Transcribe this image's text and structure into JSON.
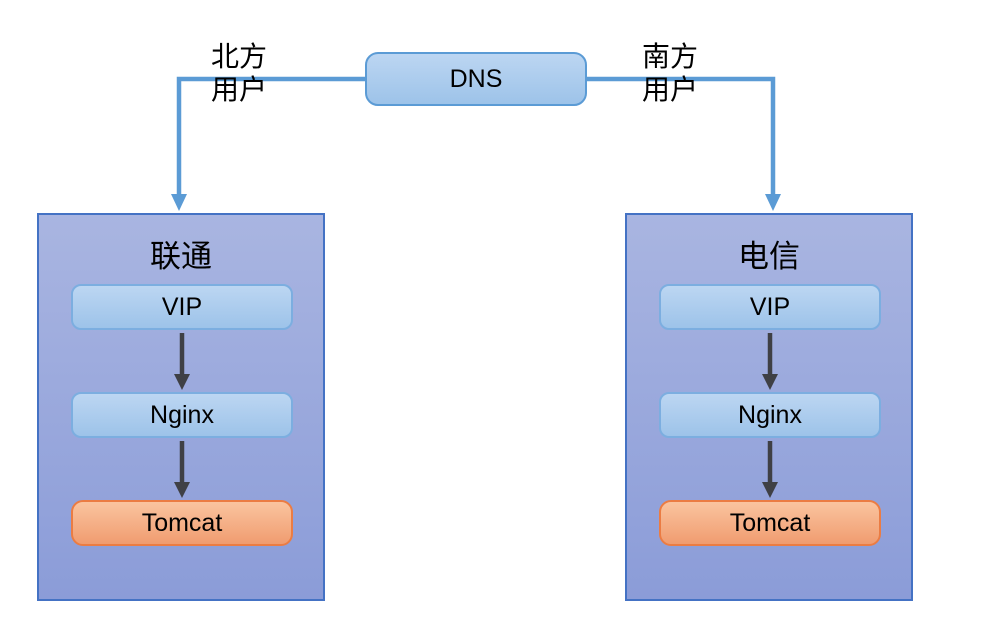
{
  "dns": {
    "label": "DNS"
  },
  "connectors": {
    "north": {
      "label_line1": "北方",
      "label_line2": "用户"
    },
    "south": {
      "label_line1": "南方",
      "label_line2": "用户"
    }
  },
  "groups": {
    "left": {
      "title": "联通",
      "nodes": [
        "VIP",
        "Nginx",
        "Tomcat"
      ]
    },
    "right": {
      "title": "电信",
      "nodes": [
        "VIP",
        "Nginx",
        "Tomcat"
      ]
    }
  },
  "colors": {
    "connector_blue": "#5B9BD5",
    "container_fill_top": "#A9B5E1",
    "container_fill_bottom": "#8B9CD8",
    "container_border": "#4472C4",
    "node_fill_top": "#BCD6F2",
    "node_fill_bottom": "#9DC3E9",
    "node_border": "#7CAEE0",
    "tomcat_fill_top": "#FAC49F",
    "tomcat_fill_bottom": "#F09C70",
    "tomcat_border": "#EB7C43",
    "arrow_dark": "#3F4045",
    "text": "#000000"
  }
}
